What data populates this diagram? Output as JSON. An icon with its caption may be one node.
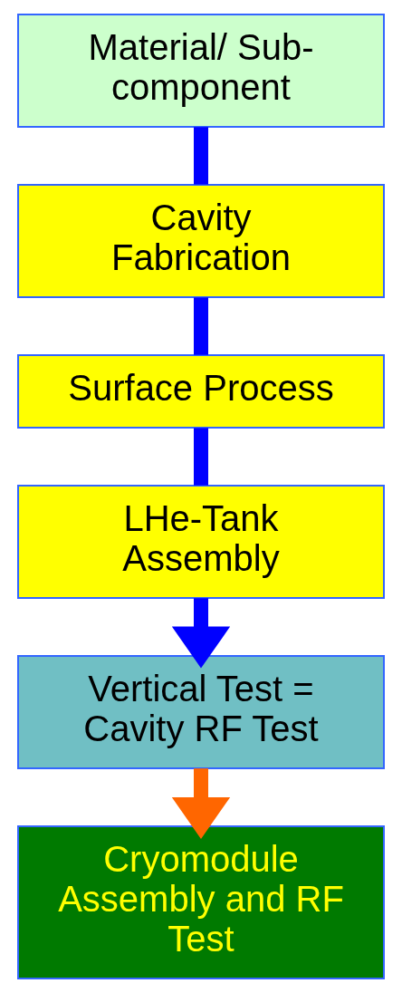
{
  "diagram": {
    "nodes": [
      {
        "text": [
          "Material/ Sub-component"
        ]
      },
      {
        "text": [
          "Cavity Fabrication"
        ]
      },
      {
        "text": [
          "Surface Process"
        ]
      },
      {
        "text": [
          "LHe-Tank Assembly"
        ]
      },
      {
        "text": [
          "Vertical Test = Cavity RF Test"
        ]
      },
      {
        "text": [
          "Cryomodule Assembly and RF Test"
        ]
      }
    ],
    "edges": [
      {
        "from": 0,
        "to": 1,
        "arrow": "none"
      },
      {
        "from": 1,
        "to": 2,
        "arrow": "none"
      },
      {
        "from": 2,
        "to": 3,
        "arrow": "none"
      },
      {
        "from": 3,
        "to": 4,
        "arrow": "to"
      },
      {
        "from": 4,
        "to": 5,
        "arrow": "to",
        "color": "#ff6600"
      }
    ]
  }
}
